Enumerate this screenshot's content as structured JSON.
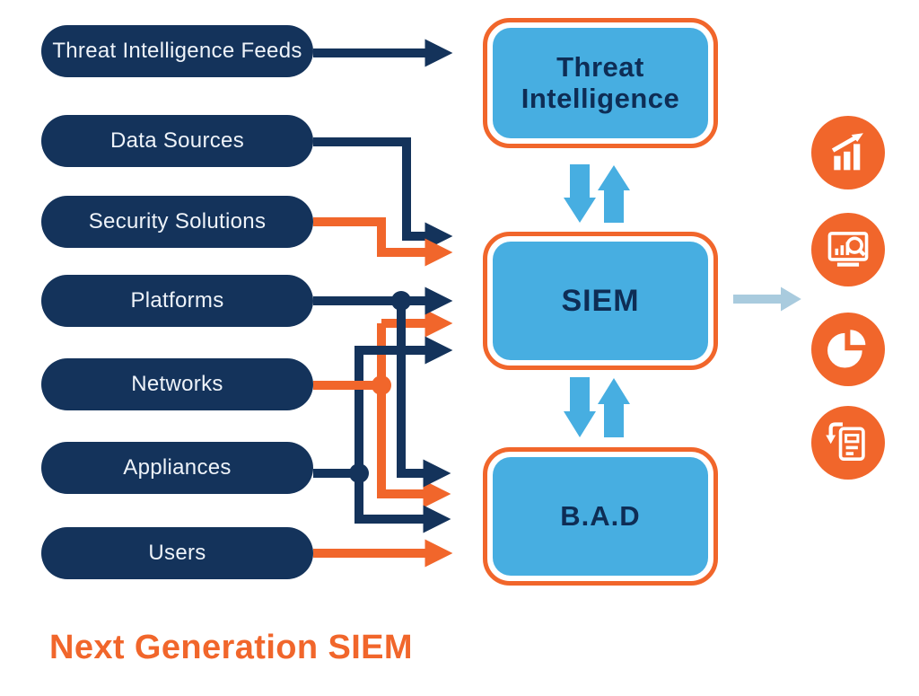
{
  "title": "Next Generation SIEM",
  "colors": {
    "navy": "#14335B",
    "orange": "#F1662B",
    "blue": "#47AEE1",
    "pale_blue": "#A9CBDE",
    "text_navy": "#0E2D55"
  },
  "sources": {
    "items": [
      {
        "label": "Threat Intelligence Feeds"
      },
      {
        "label": "Data Sources"
      },
      {
        "label": "Security Solutions"
      },
      {
        "label": "Platforms"
      },
      {
        "label": "Networks"
      },
      {
        "label": "Appliances"
      },
      {
        "label": "Users"
      }
    ]
  },
  "hub": {
    "boxes": [
      {
        "label": "Threat Intelligence"
      },
      {
        "label": "SIEM"
      },
      {
        "label": "B.A.D"
      }
    ]
  },
  "outputs": {
    "icons": [
      {
        "name": "growth-bar-chart-icon"
      },
      {
        "name": "dashboard-magnifier-icon"
      },
      {
        "name": "pie-chart-icon"
      },
      {
        "name": "report-document-icon"
      }
    ]
  },
  "connections": [
    {
      "from": "Threat Intelligence Feeds",
      "to": "Threat Intelligence",
      "color": "navy"
    },
    {
      "from": "Data Sources",
      "to": "SIEM",
      "color": "navy"
    },
    {
      "from": "Security Solutions",
      "to": "SIEM",
      "color": "orange"
    },
    {
      "from": "Platforms",
      "to": "SIEM, B.A.D",
      "color": "navy"
    },
    {
      "from": "Networks",
      "to": "SIEM, B.A.D",
      "color": "orange"
    },
    {
      "from": "Appliances",
      "to": "SIEM, B.A.D",
      "color": "navy"
    },
    {
      "from": "Users",
      "to": "B.A.D",
      "color": "orange"
    },
    {
      "from": "Threat Intelligence",
      "to": "SIEM",
      "color": "blue",
      "bidirectional": true
    },
    {
      "from": "SIEM",
      "to": "B.A.D",
      "color": "blue",
      "bidirectional": true
    },
    {
      "from": "SIEM",
      "to": "outputs",
      "color": "pale_blue"
    }
  ]
}
